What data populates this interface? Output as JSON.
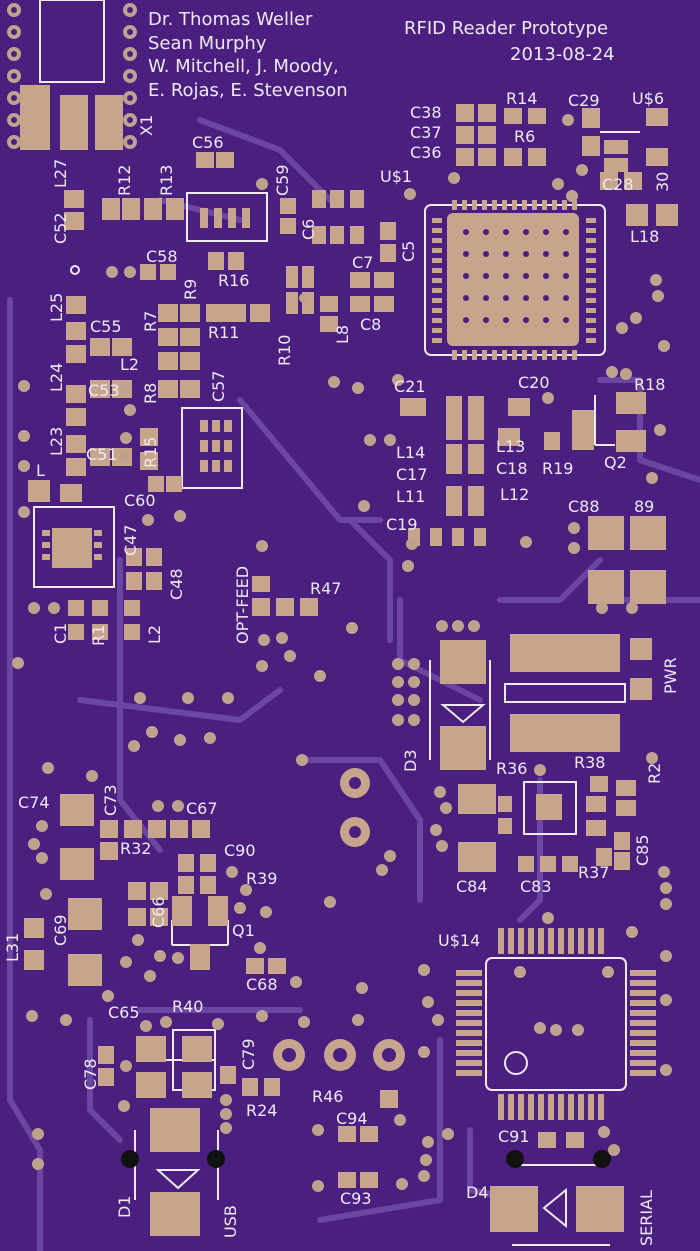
{
  "board": {
    "background_color": "#4a1f80",
    "trace_color": "#6a46a0",
    "pad_color": "#c7a48c",
    "silk_color": "#eee9f5",
    "via_color": "#bfa28e"
  },
  "credits": {
    "line1": "Dr. Thomas Weller",
    "line2": "Sean Murphy",
    "line3": "W. Mitchell, J. Moody,",
    "line4": "E. Rojas, E. Stevenson"
  },
  "project": {
    "title": "RFID Reader Prototype",
    "date": "2013-08-24"
  },
  "labels": {
    "X1": "X1",
    "L27": "L27",
    "C52": "C52",
    "R12": "R12",
    "R13": "R13",
    "C56": "C56",
    "C59": "C59",
    "C58": "C58",
    "R16": "R16",
    "C6": "C6",
    "C5": "C5",
    "U$1": "U$1",
    "C38": "C38",
    "C37": "C37",
    "C36": "C36",
    "R14": "R14",
    "R6": "R6",
    "C29": "C29",
    "U$6": "U$6",
    "C28": "C28",
    "30": "30",
    "L18": "L18",
    "L25": "L25",
    "C55": "C55",
    "R7": "R7",
    "R9": "R9",
    "R11": "R11",
    "R10": "R10",
    "L8": "L8",
    "C7": "C7",
    "C8": "C8",
    "L2x": "L2",
    "L24": "L24",
    "C53": "C53",
    "R8": "R8",
    "C57": "C57",
    "L23": "L23",
    "R15": "R15",
    "C51": "C51",
    "L": "L",
    "C60": "C60",
    "C21": "C21",
    "C20": "C20",
    "R18": "R18",
    "L14": "L14",
    "L13": "L13",
    "C17": "C17",
    "C18": "C18",
    "R19": "R19",
    "Q2": "Q2",
    "L11": "L11",
    "L12": "L12",
    "C19": "C19",
    "C88": "C88",
    "89": "89",
    "C47": "C47",
    "C48": "C48",
    "OPT_FEED": "OPT-FEED",
    "R47": "R47",
    "C1": "C1",
    "R1": "R1",
    "L2": "L2",
    "PWR": "PWR",
    "D3": "D3",
    "R36": "R36",
    "R38": "R38",
    "R2": "R2",
    "C85": "C85",
    "R37": "R37",
    "C84": "C84",
    "C83": "C83",
    "C74": "C74",
    "C73": "C73",
    "C67": "C67",
    "R32": "R32",
    "C90": "C90",
    "R39": "R39",
    "C66": "C66",
    "C69": "C69",
    "L31": "L31",
    "Q1": "Q1",
    "C68": "C68",
    "R40": "R40",
    "U$14": "U$14",
    "C65": "C65",
    "C78": "C78",
    "C79": "C79",
    "R24": "R24",
    "R46": "R46",
    "C94": "C94",
    "C91": "C91",
    "C93": "C93",
    "D1": "D1",
    "USB": "USB",
    "D4": "D4",
    "SERIAL": "SERIAL"
  }
}
